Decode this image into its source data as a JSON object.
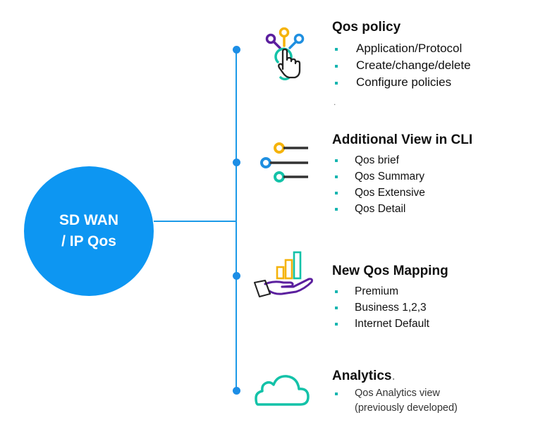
{
  "hub": {
    "line1": "SD WAN",
    "line2": "/ IP Qos"
  },
  "sections": [
    {
      "icon": "policy-keys-pointer-icon",
      "title": "Qos policy",
      "items": [
        "Application/Protocol",
        "Create/change/delete",
        "Configure policies"
      ],
      "extra": "."
    },
    {
      "icon": "list-settings-icon",
      "title": "Additional View in CLI",
      "items": [
        "Qos brief",
        "Qos Summary",
        "Qos Extensive",
        "Qos Detail"
      ]
    },
    {
      "icon": "hand-bar-chart-icon",
      "title": "New Qos Mapping",
      "items": [
        "Premium",
        "Business 1,2,3",
        "Internet Default"
      ]
    },
    {
      "icon": "cloud-icon",
      "title": "Analytics",
      "title_suffix": ".",
      "items": [
        "Qos Analytics view\n(previously developed)"
      ]
    }
  ],
  "colors": {
    "hub": "#0d96f2",
    "connector": "#1c9ae8",
    "bullet": "#16b5b0",
    "teal": "#13c2a8",
    "purple": "#5b1f9e",
    "orange": "#f5b30b",
    "blue": "#1f8fe0"
  }
}
